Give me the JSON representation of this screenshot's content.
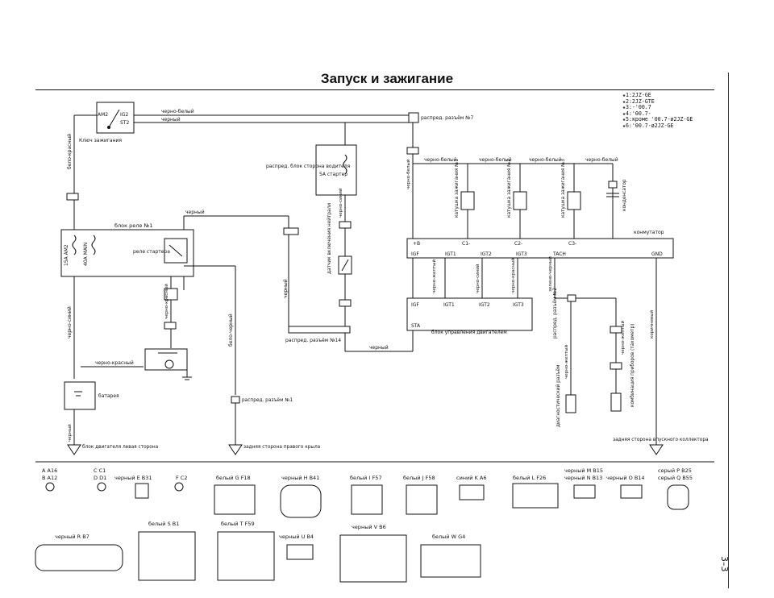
{
  "title": "Запуск и зажигание",
  "page_number": "3–3",
  "legend": [
    "★1:2JZ-GE",
    "★2:2JZ-GTE",
    "★3:-'00.7",
    "★4:'00.7-",
    "★5:кроме '00.7-ø2JZ-GE",
    "★6:'00.7-ø2JZ-GE"
  ],
  "components": {
    "ignition_key": "Ключ зажигания",
    "key_am2": "AM2",
    "key_ig2": "IG2",
    "key_st2": "ST2",
    "relay_block": "блок реле №1",
    "fuse_am2": "15A AM2",
    "fuse_main": "40A MAIN",
    "starter_relay": "реле стартера",
    "battery": "батарея",
    "fuse_block": "распред. блок сторона водителя",
    "fuse_starter": "5A стартер",
    "neutral_switch": "датчик включения нейтрали",
    "conn14": "распред. разъём №14",
    "conn7": "распред. разъём №7",
    "conn1": "распред. разъём №1",
    "conn2": "распред. разъём №2",
    "ecu": "блок управления двигателем",
    "igniter": "конмутатор",
    "coil1": "катушка зажигания №1",
    "coil2": "катушка зажигания №2",
    "coil3": "катушка зажигания №3",
    "capacitor": "конденсатор",
    "diag": "диагностический разъём",
    "combo": "комбинация приборов (тахометр)",
    "gnd_engine_left": "блок двигателя левая сторона",
    "gnd_rear_right": "задняя сторона правого крыла",
    "gnd_rear_intake": "задняя сторона впускного коллектора"
  },
  "wires": {
    "black_white": "черно-белый",
    "black": "черный",
    "white_red": "бело-красный",
    "white_black": "бело-черный",
    "black_blue": "черно-синий",
    "black_red": "черно-красный",
    "black_yellow": "черно-желтый",
    "green_black": "зелено-черный",
    "brown": "коричневый",
    "black_white_conn": "черно-белый"
  },
  "ecu_pins": [
    "IGF",
    "IGT1",
    "IGT2",
    "IGT3",
    "STA"
  ],
  "igniter_pins_top": [
    "+B",
    "C1-",
    "C2-",
    "C3-"
  ],
  "igniter_pins_bottom": [
    "IGF",
    "IGT1",
    "IGT2",
    "IGT3",
    "TACH",
    "GND"
  ],
  "connectors_row1": [
    {
      "label": "A A16"
    },
    {
      "label": "B A12"
    },
    {
      "label": "C C1"
    },
    {
      "label": "D D1"
    },
    {
      "label": "черный E B31"
    },
    {
      "label": "F C2"
    },
    {
      "label": "белый G F18"
    },
    {
      "label": "черный H B41"
    },
    {
      "label": "белый I F57"
    },
    {
      "label": "белый J F58"
    },
    {
      "label": "синий K A6"
    },
    {
      "label": "белый L F26"
    },
    {
      "label": "черный M B15"
    },
    {
      "label": "черный N B13"
    },
    {
      "label": "черный O B14"
    },
    {
      "label": "серый P B25"
    },
    {
      "label": "серый Q B55"
    }
  ],
  "connectors_row2": [
    {
      "label": "черный R B7"
    },
    {
      "label": "белый S B1"
    },
    {
      "label": "белый T F59"
    },
    {
      "label": "черный U B4"
    },
    {
      "label": "черный V B6"
    },
    {
      "label": "белый W G4"
    }
  ]
}
